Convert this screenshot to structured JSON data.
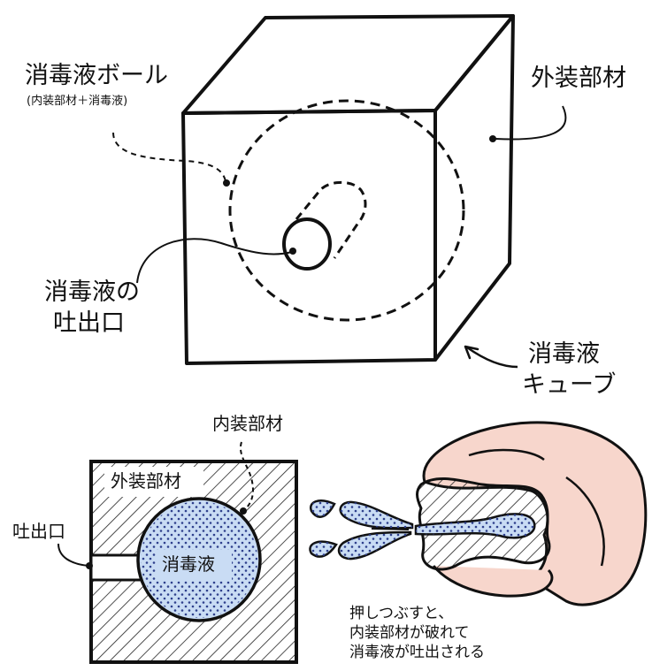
{
  "top_diagram": {
    "ball_title": "消毒液ボール",
    "ball_sub": "(内装部材＋消毒液)",
    "outer_member": "外装部材",
    "outlet_line1": "消毒液の",
    "outlet_line2": "吐出口",
    "cube_line1": "消毒液",
    "cube_line2": "キューブ"
  },
  "section_diagram": {
    "inner_member": "内装部材",
    "outer_member": "外装部材",
    "outlet": "吐出口",
    "liquid": "消毒液"
  },
  "squeeze_note": {
    "line1": "押しつぶすと、",
    "line2": "内装部材が破れて",
    "line3": "消毒液が吐出される"
  },
  "colors": {
    "liquid_fill": "#c9dcf4",
    "dots": "#2e3f8c",
    "skin": "#f7d6cc",
    "ink": "#111111"
  }
}
